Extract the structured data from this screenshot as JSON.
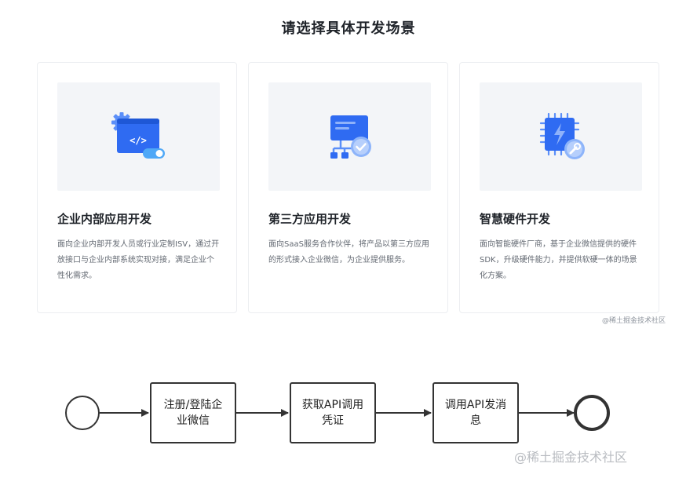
{
  "page": {
    "title": "请选择具体开发场景"
  },
  "cards": [
    {
      "title": "企业内部应用开发",
      "desc": "面向企业内部开发人员或行业定制ISV，通过开放接口与企业内部系统实现对接，满足企业个性化需求。",
      "icon": "code-window-icon"
    },
    {
      "title": "第三方应用开发",
      "desc": "面向SaaS服务合作伙伴，将产品以第三方应用的形式接入企业微信，为企业提供服务。",
      "icon": "network-check-icon"
    },
    {
      "title": "智慧硬件开发",
      "desc": "面向智能硬件厂商，基于企业微信提供的硬件SDK，升级硬件能力，并提供软硬一体的场景化方案。",
      "icon": "chip-wrench-icon"
    }
  ],
  "watermark_small": "@稀土掘金技术社区",
  "flow": {
    "steps": [
      {
        "line1": "注册/登陆企",
        "line2": "业微信"
      },
      {
        "line1": "获取API调用",
        "line2": "凭证"
      },
      {
        "line1": "调用API发消",
        "line2": "息"
      }
    ]
  },
  "watermark_large": "@稀土掘金技术社区",
  "colors": {
    "accent": "#2f6bf2",
    "text_primary": "#1f2329",
    "text_secondary": "#646a73",
    "card_border": "#eceef1",
    "illus_bg": "#f3f5f8",
    "flow_stroke": "#333333"
  }
}
